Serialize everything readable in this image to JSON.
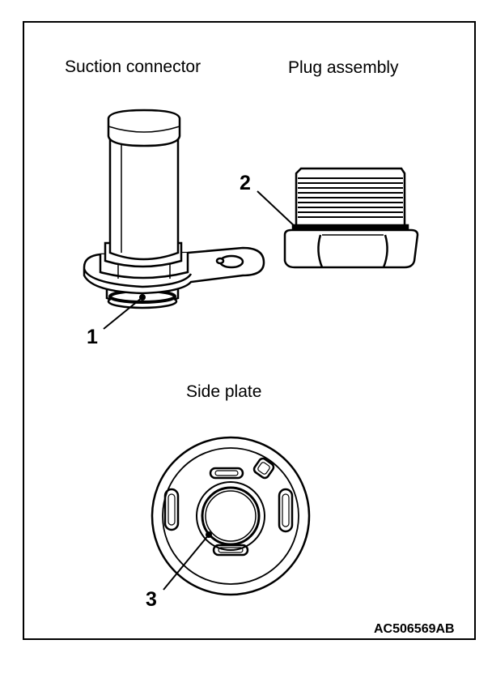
{
  "labels": {
    "suction_connector": "Suction connector",
    "plug_assembly": "Plug assembly",
    "side_plate": "Side plate"
  },
  "callouts": {
    "one": "1",
    "two": "2",
    "three": "3"
  },
  "figure_code": "AC506569AB"
}
